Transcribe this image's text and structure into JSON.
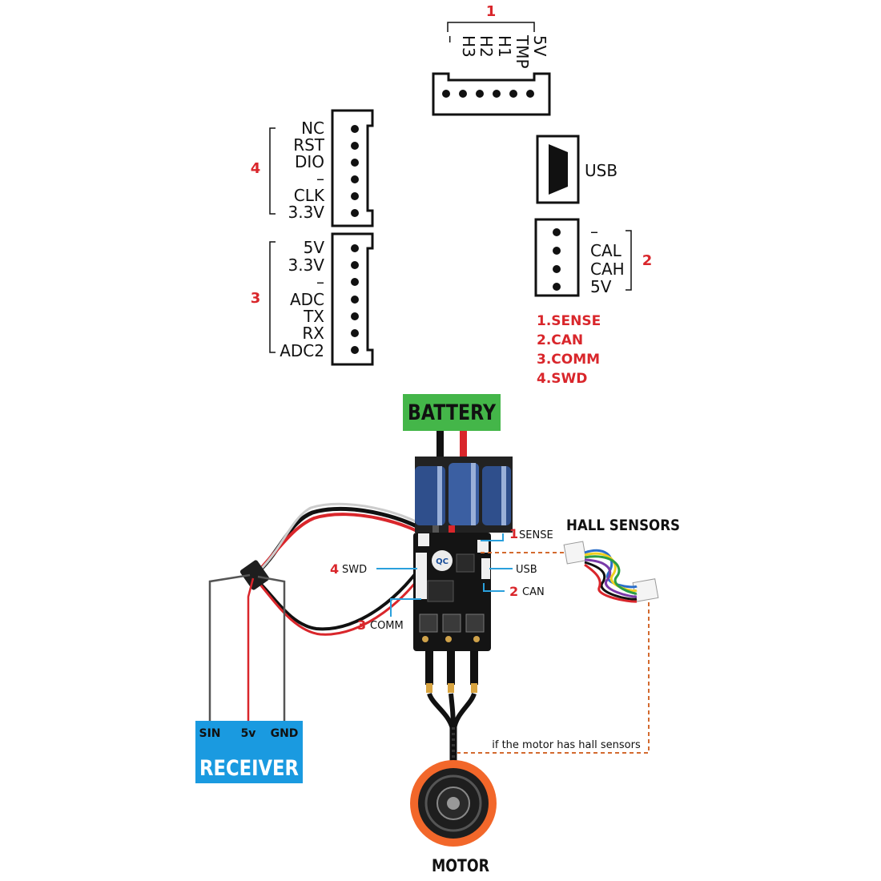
{
  "sense_connector": {
    "number": "1",
    "pins": [
      "5V",
      "TMP",
      "H1",
      "H2",
      "H3",
      "–"
    ]
  },
  "swd_connector": {
    "number": "4",
    "pins": [
      "NC",
      "RST",
      "DIO",
      "–",
      "CLK",
      "3.3V"
    ]
  },
  "comm_connector": {
    "number": "3",
    "pins": [
      "5V",
      "3.3V",
      "–",
      "ADC",
      "TX",
      "RX",
      "ADC2"
    ]
  },
  "usb_label": "USB",
  "can_connector": {
    "number": "2",
    "pins": [
      "–",
      "CAL",
      "CAH",
      "5V"
    ]
  },
  "legend": [
    "1.SENSE",
    "2.CAN",
    "3.COMM",
    "4.SWD"
  ],
  "wiring": {
    "battery": "BATTERY",
    "hall_sensors": "HALL SENSORS",
    "receiver_title": "RECEIVER",
    "receiver_pins": [
      "SIN",
      "5v",
      "GND"
    ],
    "motor": "MOTOR",
    "hall_note": "if the motor has hall sensors",
    "callouts": {
      "sense": {
        "num": "1",
        "label": "SENSE"
      },
      "swd": {
        "num": "4",
        "label": "SWD"
      },
      "usb": {
        "label": "USB"
      },
      "can": {
        "num": "2",
        "label": "CAN"
      },
      "comm": {
        "num": "3",
        "label": "COMM"
      }
    },
    "chip_text": "QC"
  },
  "colors": {
    "red": "#d9262b",
    "battery_bg": "#44b649",
    "receiver_bg": "#1a9ae0",
    "motor_orange": "#f2672a",
    "cap_blue": "#2f4f8c",
    "callout_blue": "#2aa0dc"
  }
}
